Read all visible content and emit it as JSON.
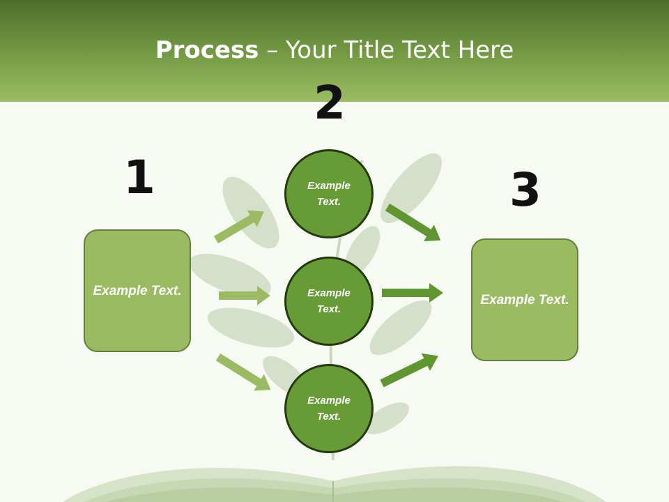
{
  "title": {
    "bold": "Process",
    "rest": " – Your Title Text Here"
  },
  "steps": {
    "one": "1",
    "two": "2",
    "three": "3"
  },
  "left_box": {
    "text": "Example Text."
  },
  "circles": [
    {
      "text": "Example Text."
    },
    {
      "text": "Example Text."
    },
    {
      "text": "Example Text."
    }
  ],
  "right_box": {
    "text": "Example Text."
  },
  "colors": {
    "title_bar_top": "#4d6e2c",
    "title_bar_bottom": "#9bbd62",
    "box_fill": "#9bbb62",
    "circle_fill": "#679b35",
    "left_arrows": "#9bbb62",
    "right_arrows": "#5f9630"
  }
}
